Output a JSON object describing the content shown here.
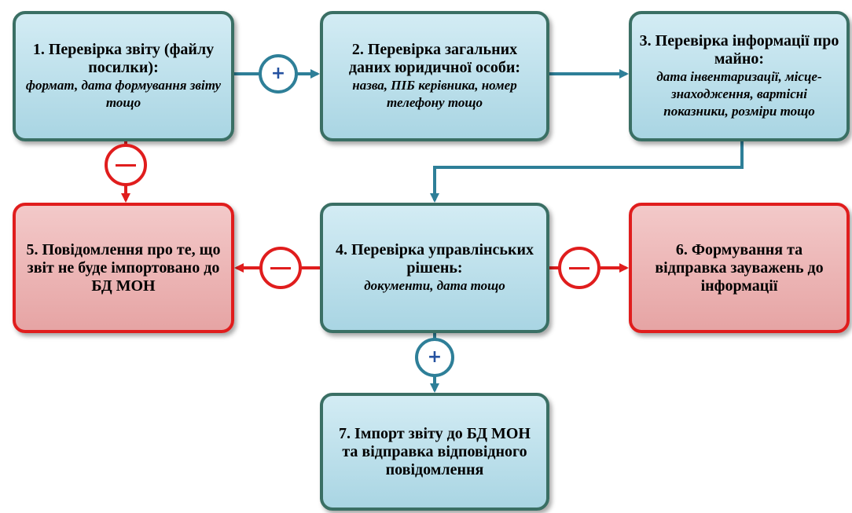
{
  "colors": {
    "blue_fill": "#bfe0ea",
    "blue_border": "#3a6f64",
    "red_fill": "#eab6b6",
    "red_border": "#e01d1d",
    "connector_blue": "#2e7f98",
    "connector_red": "#e01d1d"
  },
  "nodes": {
    "n1": {
      "title": "1. Перевірка звіту (файлу посилки):",
      "detail": "формат, дата формування звіту тощо"
    },
    "n2": {
      "title": "2. Перевірка загальних даних юридичної особи:",
      "detail": "назва, ПІБ керівника, номер телефону тощо"
    },
    "n3": {
      "title": "3. Перевірка інформації про майно:",
      "detail": "дата інвентаризації, місце-знаходження, вартісні показники, розміри тощо"
    },
    "n4": {
      "title": "4. Перевірка управлінських рішень:",
      "detail": "документи, дата тощо"
    },
    "n5": {
      "title": "5. Повідомлення про те, що звіт не буде імпортовано до БД МОН"
    },
    "n6": {
      "title": "6. Формування та відправка зауважень до інформації"
    },
    "n7": {
      "title": "7. Імпорт звіту до БД МОН та відправка відповідного повідомлення"
    }
  },
  "markers": {
    "plus": "+",
    "minus": "−"
  },
  "icons": [
    "plus-circle-icon",
    "minus-circle-icon"
  ]
}
